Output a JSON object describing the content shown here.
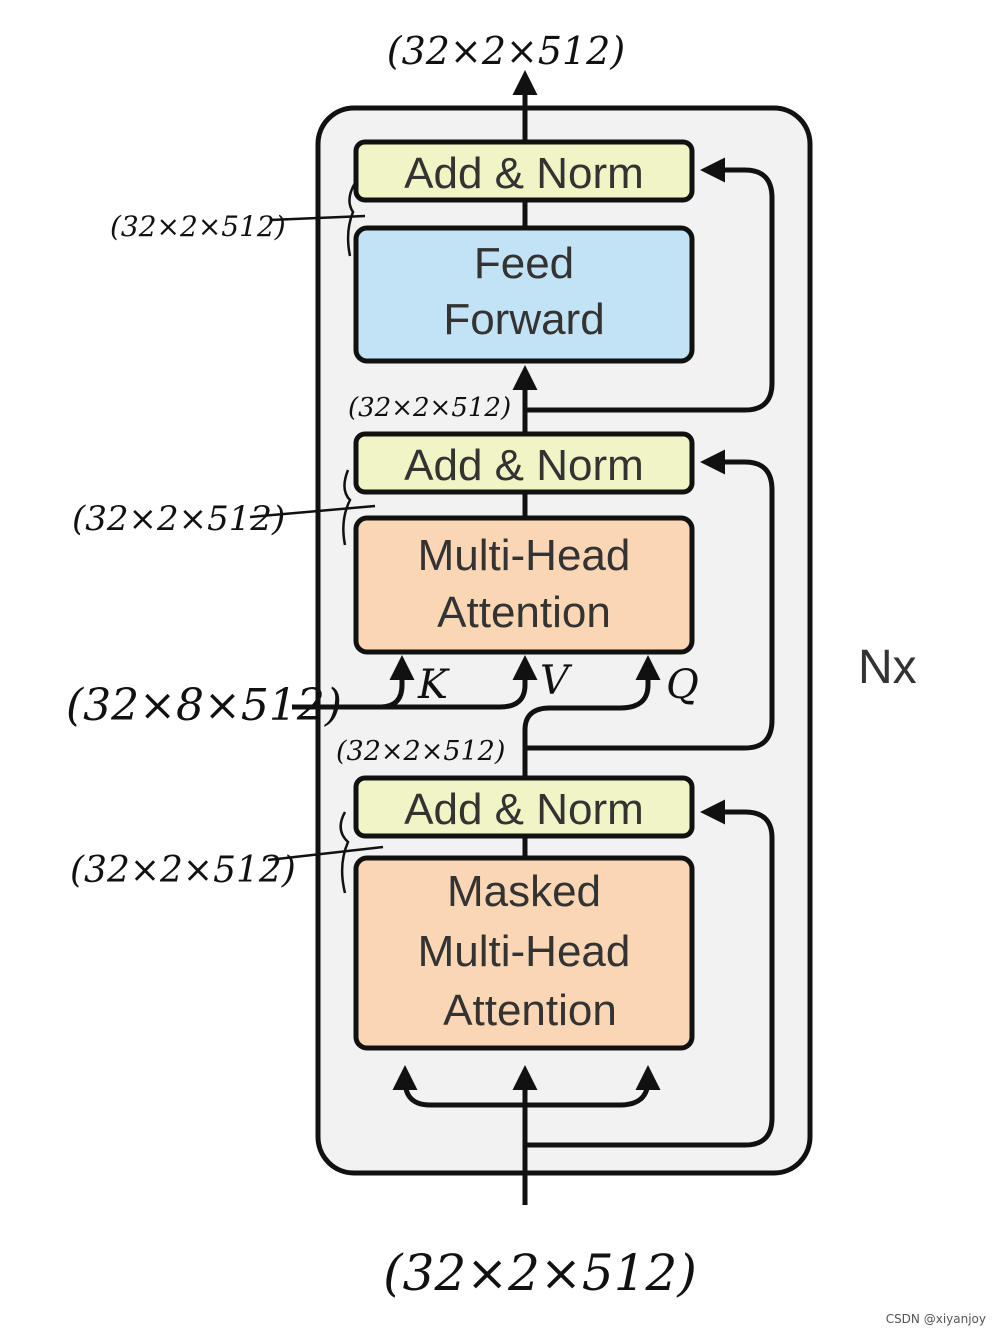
{
  "blocks": {
    "add_norm_top": "Add & Norm",
    "feed_forward": [
      "Feed",
      "Forward"
    ],
    "add_norm_mid": "Add & Norm",
    "multi_head_attention": [
      "Multi-Head",
      "Attention"
    ],
    "add_norm_bottom": "Add & Norm",
    "masked_multi_head_attention": [
      "Masked",
      "Multi-Head",
      "Attention"
    ]
  },
  "repeat_label": "Nx",
  "attention_inputs": {
    "k": "K",
    "v": "V",
    "q": "Q"
  },
  "annotations": {
    "output": "(32×2×512)",
    "ff_input": "(32×2×512)",
    "after_attention_norm": "(32×2×512)",
    "attention_output": "(32×2×512)",
    "encoder_memory": "(32×8×512)",
    "after_masked_norm": "(32×2×512)",
    "masked_output": "(32×2×512)",
    "input": "(32×2×512)"
  },
  "colors": {
    "add_norm": "#f1f4c4",
    "feed_forward": "#c2e3f5",
    "attention": "#fad6b4",
    "container": "#f2f2f2",
    "line": "#111111"
  },
  "watermark": "CSDN @xiyanjoy"
}
